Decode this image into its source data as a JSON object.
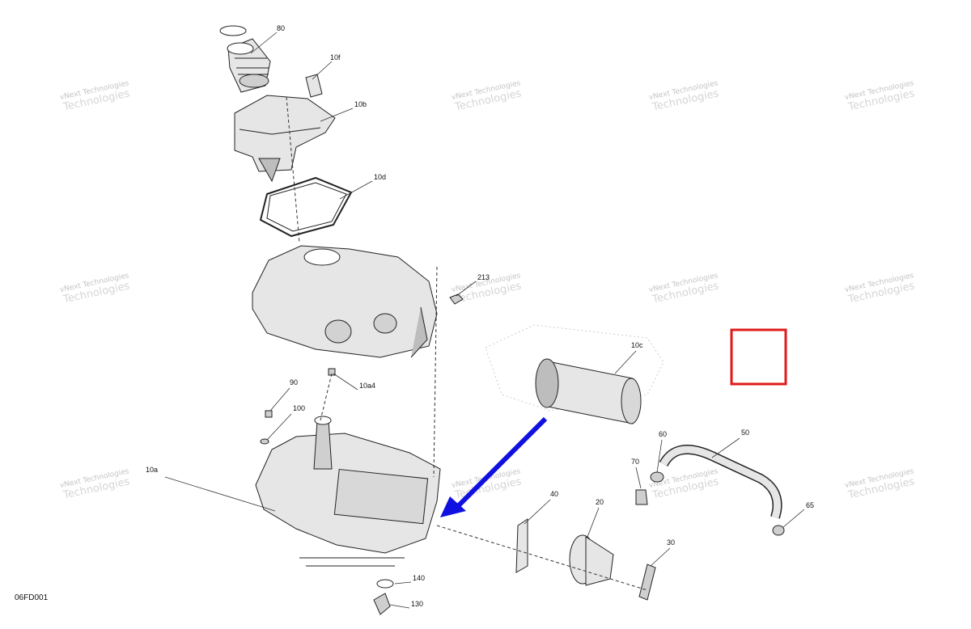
{
  "diagram": {
    "drawing_code": "06FD001",
    "watermark_line1": "vNext",
    "watermark_line2": "Technologies",
    "callouts": [
      {
        "id": "80",
        "text": "80"
      },
      {
        "id": "10f",
        "text": "10f"
      },
      {
        "id": "10b",
        "text": "10b"
      },
      {
        "id": "10d",
        "text": "10d"
      },
      {
        "id": "213",
        "text": "213"
      },
      {
        "id": "10c",
        "text": "10c"
      },
      {
        "id": "90",
        "text": "90"
      },
      {
        "id": "10a4",
        "text": "10a4"
      },
      {
        "id": "100",
        "text": "100"
      },
      {
        "id": "10a",
        "text": "10a"
      },
      {
        "id": "60",
        "text": "60"
      },
      {
        "id": "50",
        "text": "50"
      },
      {
        "id": "70",
        "text": "70"
      },
      {
        "id": "40",
        "text": "40"
      },
      {
        "id": "20",
        "text": "20"
      },
      {
        "id": "65",
        "text": "65"
      },
      {
        "id": "30",
        "text": "30"
      },
      {
        "id": "140",
        "text": "140"
      },
      {
        "id": "130",
        "text": "130"
      }
    ],
    "colors": {
      "line": "#222222",
      "part_fill": "#e6e6e6",
      "part_shade": "#bdbdbd",
      "arrow": "#1010e0",
      "highlight_box": "#e01a1a",
      "watermark": "#c4c4c4"
    }
  }
}
